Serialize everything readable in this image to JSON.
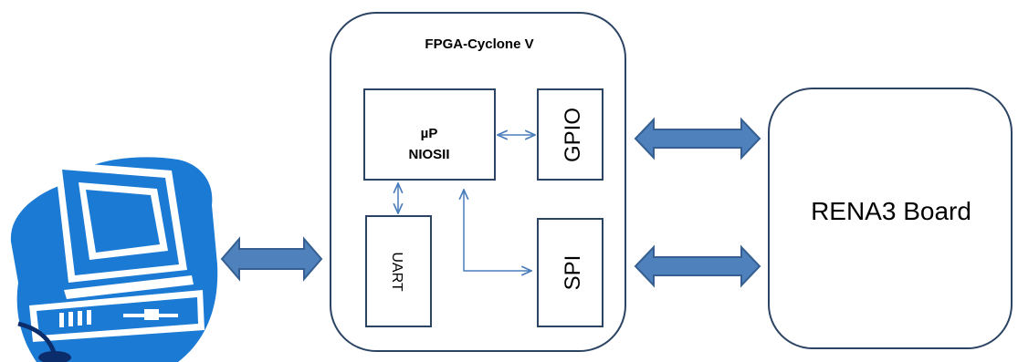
{
  "fpga": {
    "title": "FPGA-Cyclone V"
  },
  "cpu": {
    "line1": "µP",
    "line2": "NIOSII"
  },
  "gpio": {
    "label": "GPIO"
  },
  "uart": {
    "label": "UART"
  },
  "spi": {
    "label": "SPI"
  },
  "board": {
    "label": "RENA3 Board"
  },
  "icons": {
    "computer": "desktop-computer-icon"
  },
  "colors": {
    "box_stroke": "#2b4463",
    "thick_arrow_fill": "#4f81bd",
    "thick_arrow_stroke": "#365f91",
    "thin_arrow": "#4a7ebb",
    "computer_blue": "#1a7ad4",
    "computer_dark": "#0b2d6b"
  }
}
